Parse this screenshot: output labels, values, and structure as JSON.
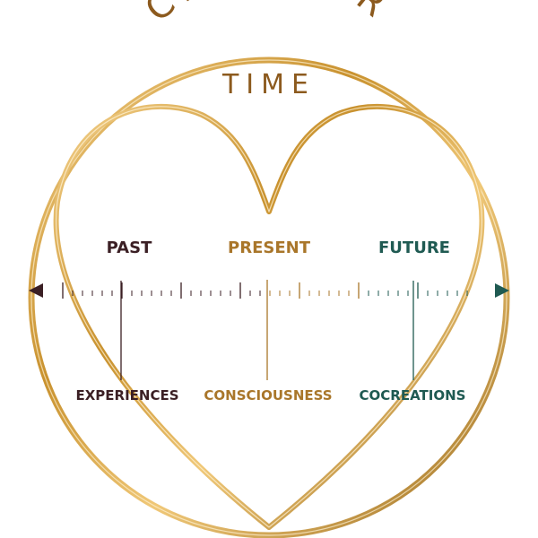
{
  "title": {
    "arc_text": "CIRCULAR",
    "sub_text": "TIME"
  },
  "timeline": {
    "top_labels": {
      "past": "PAST",
      "present": "PRESENT",
      "future": "FUTURE"
    },
    "bottom_labels": {
      "past": "EXPERIENCES",
      "present": "CONSCIOUSNESS",
      "future": "COCREATIONS"
    }
  },
  "colors": {
    "gold": "#c9922f",
    "gold_light": "#f0c878",
    "gold_dark": "#9a6a1c",
    "title_brown": "#8c5a1e",
    "past": "#3b1f24",
    "present": "#a9762a",
    "future": "#1f5a52"
  }
}
